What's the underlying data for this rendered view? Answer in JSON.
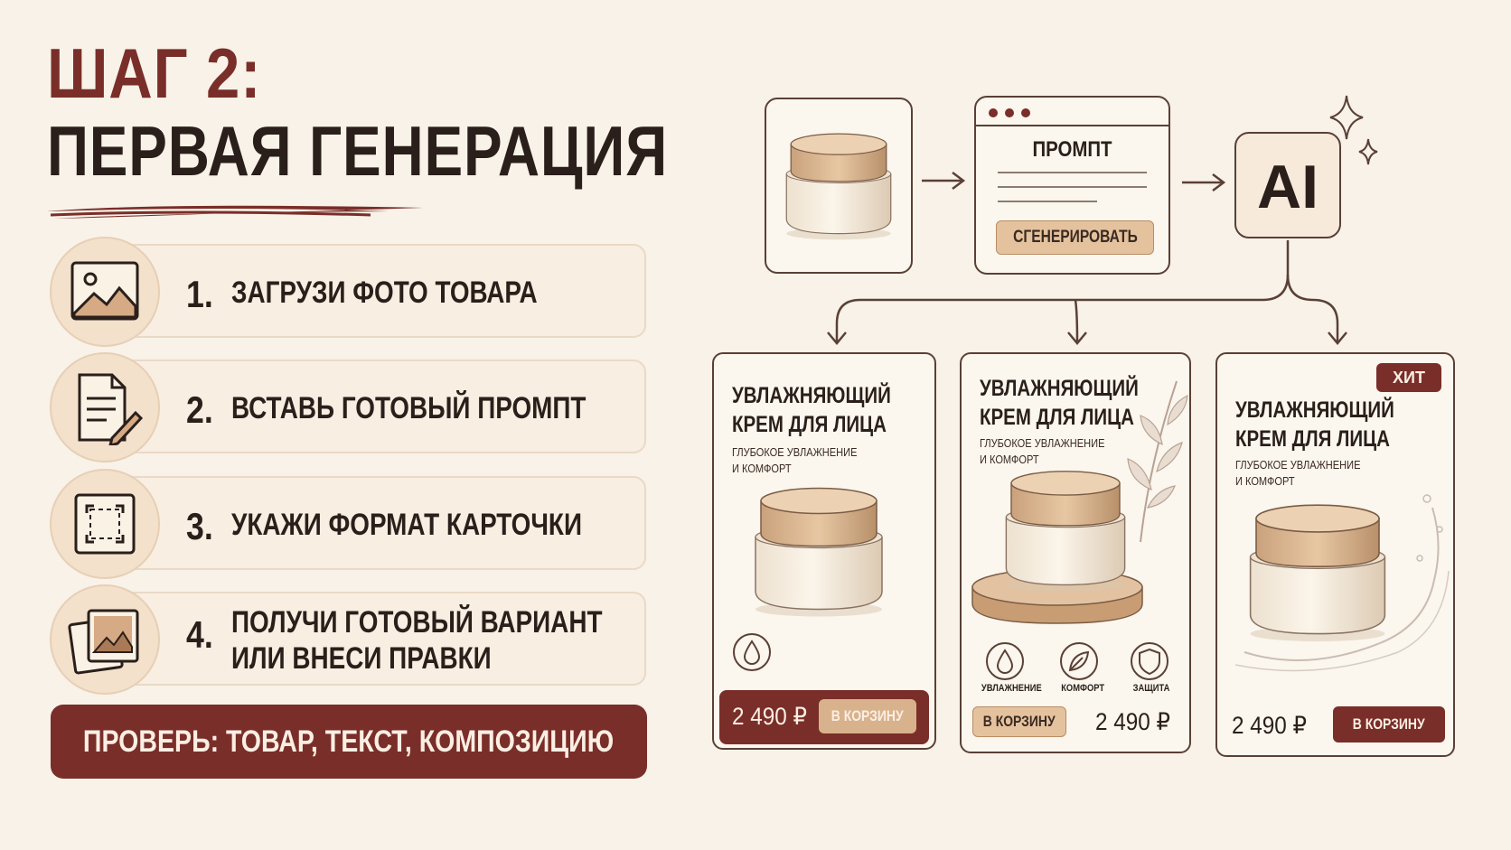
{
  "title": {
    "line1": "ШАГ 2:",
    "line2": "ПЕРВАЯ ГЕНЕРАЦИЯ"
  },
  "steps": [
    {
      "number": "1.",
      "text": "ЗАГРУЗИ ФОТО ТОВАРА",
      "icon": "image-icon"
    },
    {
      "number": "2.",
      "text": "ВСТАВЬ ГОТОВЫЙ ПРОМПТ",
      "icon": "document-pencil-icon"
    },
    {
      "number": "3.",
      "text": "УКАЖИ ФОРМАТ КАРТОЧКИ",
      "icon": "crop-frame-icon"
    },
    {
      "number": "4.",
      "text_line1": "ПОЛУЧИ ГОТОВЫЙ ВАРИАНТ",
      "text_line2": "ИЛИ ВНЕСИ ПРАВКИ",
      "icon": "photo-stack-icon"
    }
  ],
  "check_bar": "ПРОВЕРЬ: ТОВАР, ТЕКСТ, КОМПОЗИЦИЮ",
  "flow": {
    "prompt_title": "ПРОМПТ",
    "generate_button": "СГЕНЕРИРОВАТЬ",
    "ai_label": "AI"
  },
  "cards": [
    {
      "title_line1": "УВЛАЖНЯЮЩИЙ",
      "title_line2": "КРЕМ ДЛЯ ЛИЦА",
      "subtitle_line1": "ГЛУБОКОЕ УВЛАЖНЕНИЕ",
      "subtitle_line2": "И КОМФОРТ",
      "price": "2 490 ₽",
      "cart_button": "В КОРЗИНУ"
    },
    {
      "title_line1": "УВЛАЖНЯЮЩИЙ",
      "title_line2": "КРЕМ ДЛЯ ЛИЦА",
      "subtitle_line1": "ГЛУБОКОЕ УВЛАЖНЕНИЕ",
      "subtitle_line2": "И КОМФОРТ",
      "features": [
        "УВЛАЖНЕНИЕ",
        "КОМФОРТ",
        "ЗАЩИТА"
      ],
      "price": "2 490 ₽",
      "cart_button": "В КОРЗИНУ"
    },
    {
      "badge": "ХИТ",
      "title_line1": "УВЛАЖНЯЮЩИЙ",
      "title_line2": "КРЕМ ДЛЯ ЛИЦА",
      "subtitle_line1": "ГЛУБОКОЕ УВЛАЖНЕНИЕ",
      "subtitle_line2": "И КОМФОРТ",
      "price": "2 490 ₽",
      "cart_button": "В КОРЗИНУ"
    }
  ],
  "colors": {
    "background": "#f8f2e8",
    "accent": "#7a2e29",
    "text": "#2a1f1a",
    "beige": "#e5c29e"
  }
}
